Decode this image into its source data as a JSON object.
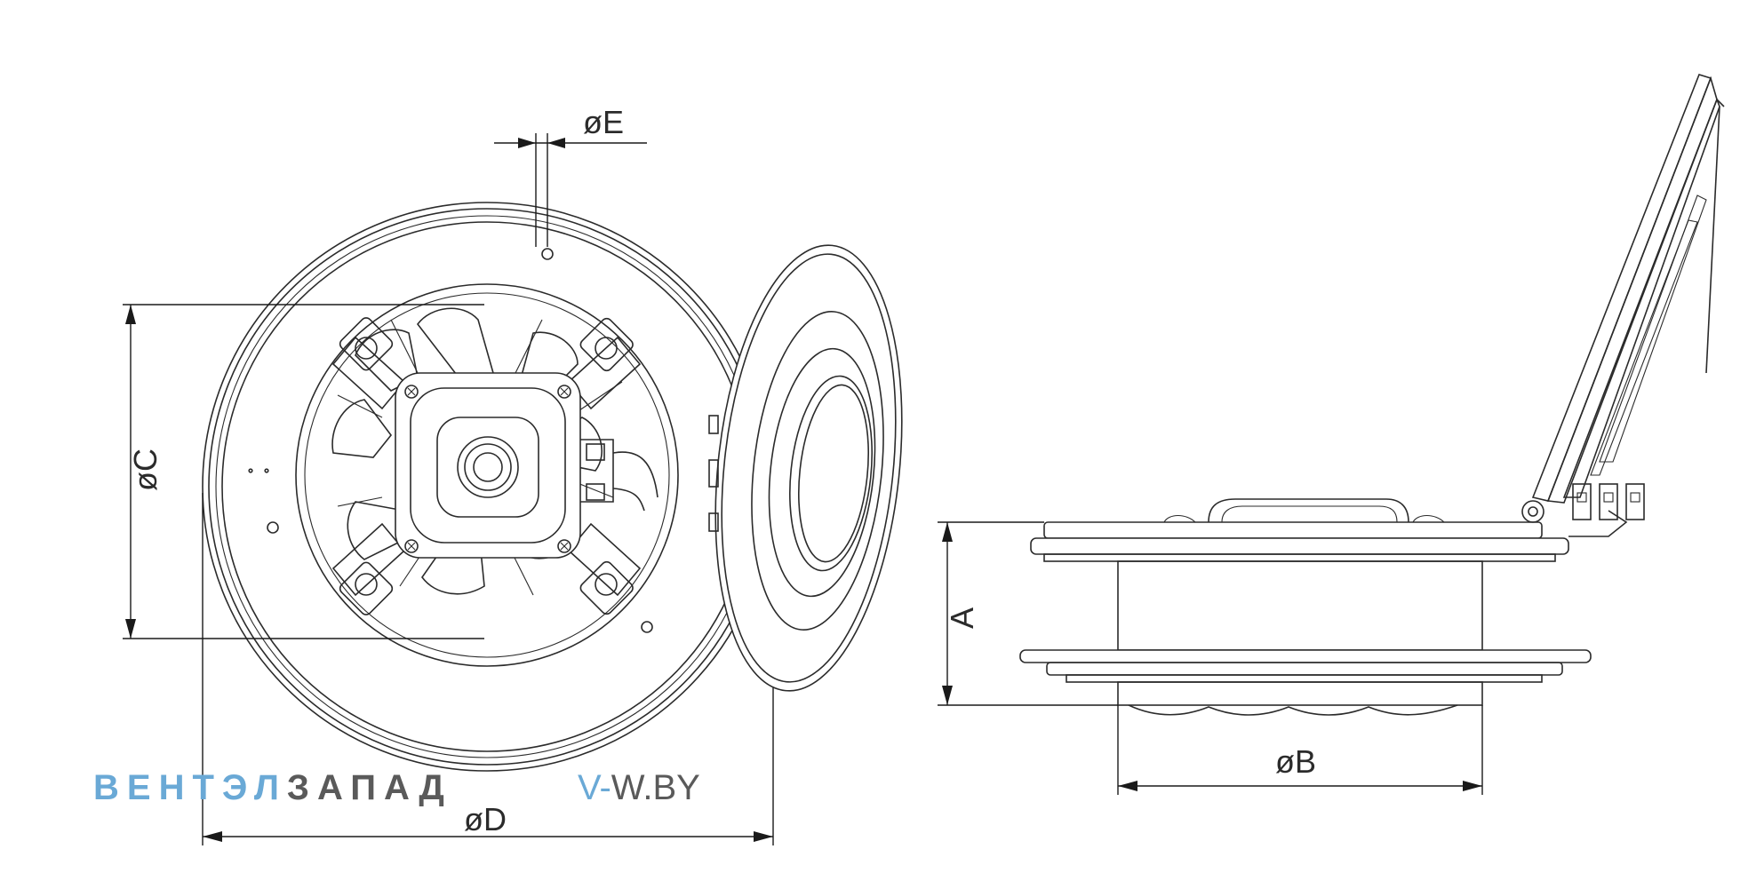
{
  "dimensions": {
    "e": "øE",
    "c": "øC",
    "d": "øD",
    "a": "A",
    "b": "øB"
  },
  "watermark": {
    "brand_part1": "ВЕНТЭЛ",
    "brand_part2": "ЗАПАД",
    "site_part1": "V-",
    "site_part2": "W.BY",
    "color_blue": "#6aa9d6",
    "color_gray": "#5a5a5a"
  }
}
